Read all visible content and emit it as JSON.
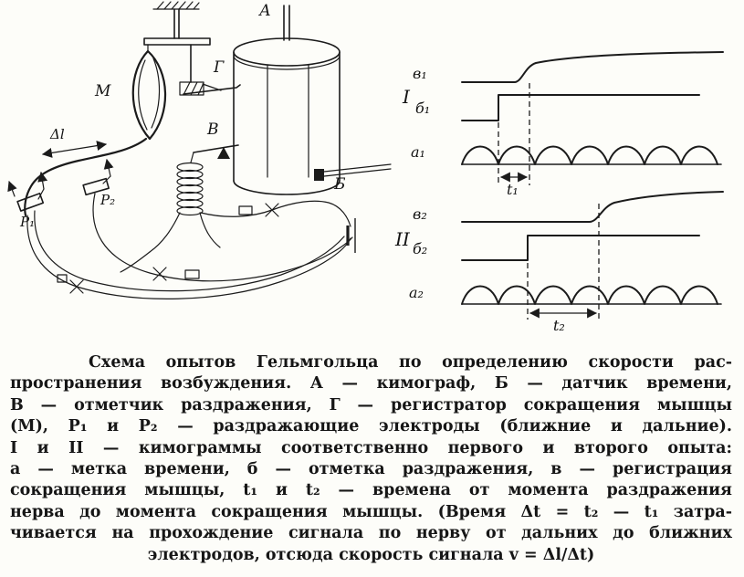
{
  "colors": {
    "ink": "#1b1b1b",
    "paper": "#fdfdf9"
  },
  "figure": {
    "apparatus": {
      "kymograph_label": "А",
      "time_sensor_label": "Б",
      "stimulus_marker_label": "В",
      "recorder_label": "Г",
      "muscle_label": "М",
      "electrode_far_label": "Р₁",
      "electrode_near_label": "Р₂",
      "distance_label": "Δl"
    },
    "kymogram_first": {
      "numeral": "I",
      "contraction_trace_label": "в₁",
      "stimulus_trace_label": "б₁",
      "time_trace_label": "а₁",
      "interval_label": "t₁"
    },
    "kymogram_second": {
      "numeral": "II",
      "contraction_trace_label": "в₂",
      "stimulus_trace_label": "б₂",
      "time_trace_label": "а₂",
      "interval_label": "t₂"
    }
  },
  "caption": {
    "lines": [
      "Схема опытов Гельмгольца по определению скорости рас-",
      "пространения возбуждения. А — кимограф, Б — датчик времени,",
      "В — отметчик раздражения, Г — регистратор сокращения мышцы",
      "(М), Р₁ и Р₂ — раздражающие электроды (ближние и дальние).",
      "I и II — кимограммы соответственно первого и второго опыта:",
      "а — метка времени, б — отметка раздражения, в — регистрация",
      "сокращения мышцы, t₁ и t₂ — времена от момента раздражения",
      "нерва до момента сокращения мышцы. (Время Δt = t₂ — t₁ затра-",
      "чивается на прохождение сигнала по нерву от дальних до ближних",
      "электродов, отсюда скорость сигнала v = Δl/Δt)"
    ]
  }
}
